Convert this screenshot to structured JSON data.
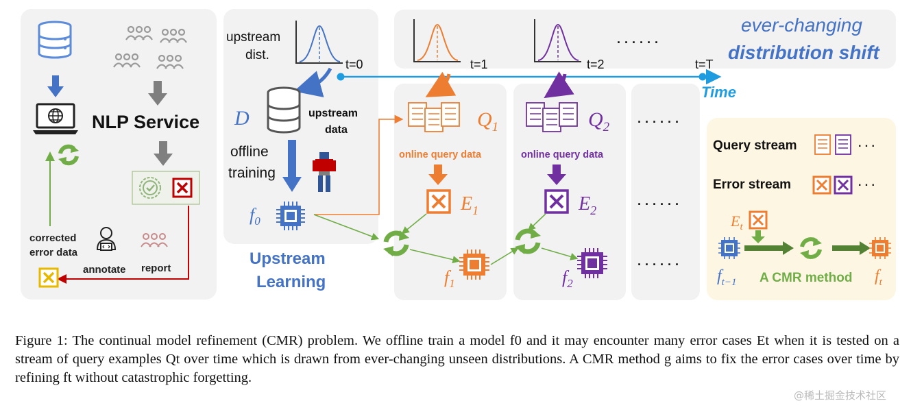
{
  "left_panel": {
    "service_label": "NLP Service",
    "corrected_label_1": "corrected",
    "corrected_label_2": "error data",
    "annotate_label": "annotate",
    "report_label": "report"
  },
  "upstream": {
    "dist_label_1": "upstream",
    "dist_label_2": "dist.",
    "D_label": "D",
    "data_label_1": "upstream",
    "data_label_2": "data",
    "offline_label_1": "offline",
    "offline_label_2": "training",
    "f0_label": "f",
    "f0_sub": "0",
    "section_label_1": "Upstream",
    "section_label_2": "Learning"
  },
  "timeline": {
    "t0": "t=0",
    "t1": "t=1",
    "t2": "t=2",
    "tT": "t=T",
    "dots": "· · · · · ·",
    "time_label": "Time",
    "shift_label_1": "ever-changing",
    "shift_label_2": "distribution shift"
  },
  "stream1": {
    "Q": "Q",
    "Q_sub": "1",
    "online_label": "online query data",
    "E": "E",
    "E_sub": "1",
    "f": "f",
    "f_sub": "1"
  },
  "stream2": {
    "Q": "Q",
    "Q_sub": "2",
    "online_label": "online query data",
    "E": "E",
    "E_sub": "2",
    "f": "f",
    "f_sub": "2"
  },
  "dots_col": "· · · · · ·",
  "legend": {
    "query_stream": "Query stream",
    "error_stream": "Error stream",
    "dots": "· · ·",
    "Et": "E",
    "Et_sub": "t",
    "f_prev": "f",
    "f_prev_sub": "t−1",
    "method": "A CMR method",
    "f_next": "f",
    "f_next_sub": "t"
  },
  "caption": {
    "label": "Figure 1:",
    "text": "The continual model refinement (CMR) problem. We offline train a model f0 and it may encounter many error cases Et when it is tested on a stream of query examples Qt over time which is drawn from ever-changing unseen distributions. A CMR method g aims to fix the error cases over time by refining ft without catastrophic forgetting."
  },
  "watermark": "@稀土掘金技术社区",
  "colors": {
    "blue": "#4472c4",
    "orange": "#ed7d31",
    "purple": "#7030a0",
    "green": "#70ad47",
    "timeline": "#1f9be0",
    "gray_panel": "#f2f2f2",
    "legend_panel": "#fdf6e3"
  }
}
